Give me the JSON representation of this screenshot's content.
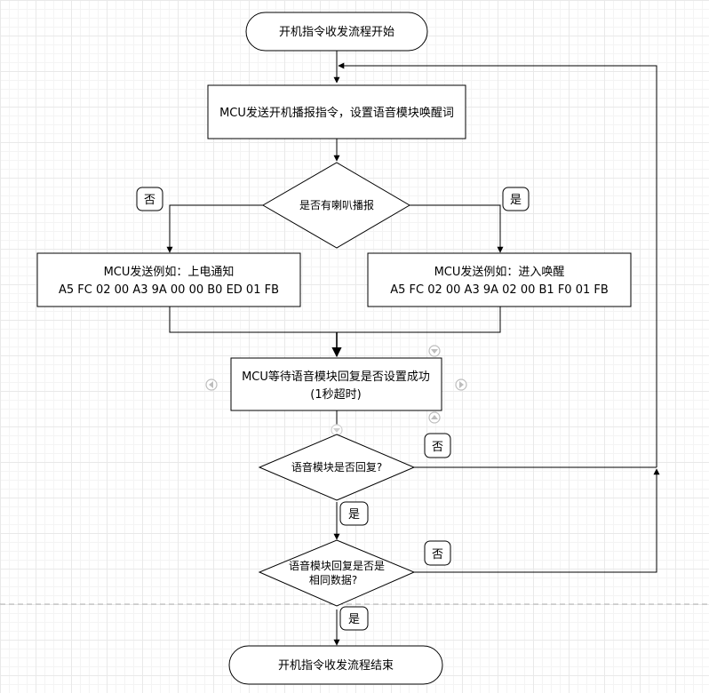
{
  "diagram": {
    "start": "开机指令收发流程开始",
    "end": "开机指令收发流程结束",
    "step_send": "MCU发送开机播报指令，设置语音模块唤醒词",
    "decision_speaker": "是否有喇叭播报",
    "send_no_line1": "MCU发送例如：上电通知",
    "send_no_line2": "A5 FC 02 00 A3 9A 00 00 B0 ED 01 FB",
    "send_yes_line1": "MCU发送例如：进入唤醒",
    "send_yes_line2": "A5 FC 02 00 A3 9A 02 00 B1 F0 01 FB",
    "wait_line1": "MCU等待语音模块回复是否设置成功",
    "wait_line2": "(1秒超时)",
    "decision_reply": "语音模块是否回复?",
    "decision_same_line1": "语音模块回复是否是",
    "decision_same_line2": "相同数据?",
    "yes": "是",
    "no": "否"
  }
}
